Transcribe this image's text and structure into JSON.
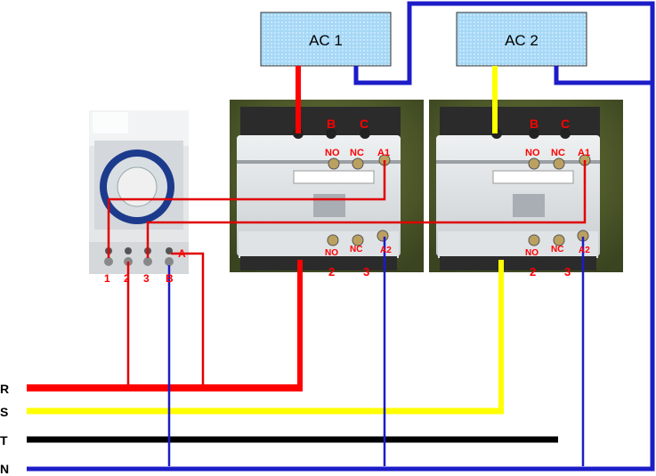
{
  "ac_units": [
    {
      "label": "AC 1"
    },
    {
      "label": "AC 2"
    }
  ],
  "contactors": [
    {
      "top_terms": [
        "NO",
        "NC",
        "A1"
      ],
      "top_letters": [
        "B",
        "C"
      ],
      "bottom_terms": [
        "NO",
        "NC",
        "A2"
      ],
      "bottom_nums": [
        "2",
        "3"
      ]
    },
    {
      "top_terms": [
        "NO",
        "NC",
        "A1"
      ],
      "top_letters": [
        "B",
        "C"
      ],
      "bottom_terms": [
        "NO",
        "NC",
        "A2"
      ],
      "bottom_nums": [
        "2",
        "3"
      ]
    }
  ],
  "timer": {
    "terminals": [
      "1",
      "2",
      "3",
      "B"
    ],
    "tag": "A"
  },
  "lines": [
    {
      "label": "R",
      "color": "#ff0000"
    },
    {
      "label": "S",
      "color": "#ffff00"
    },
    {
      "label": "T",
      "color": "#000000"
    },
    {
      "label": "N",
      "color": "#1c1cc8"
    }
  ],
  "colors": {
    "box_fill": "#9fd4f5",
    "wire_red": "#ff0000",
    "wire_yellow": "#ffff00",
    "wire_blue": "#1c1cc8",
    "wire_black": "#000000",
    "thin_red": "#e00000"
  }
}
